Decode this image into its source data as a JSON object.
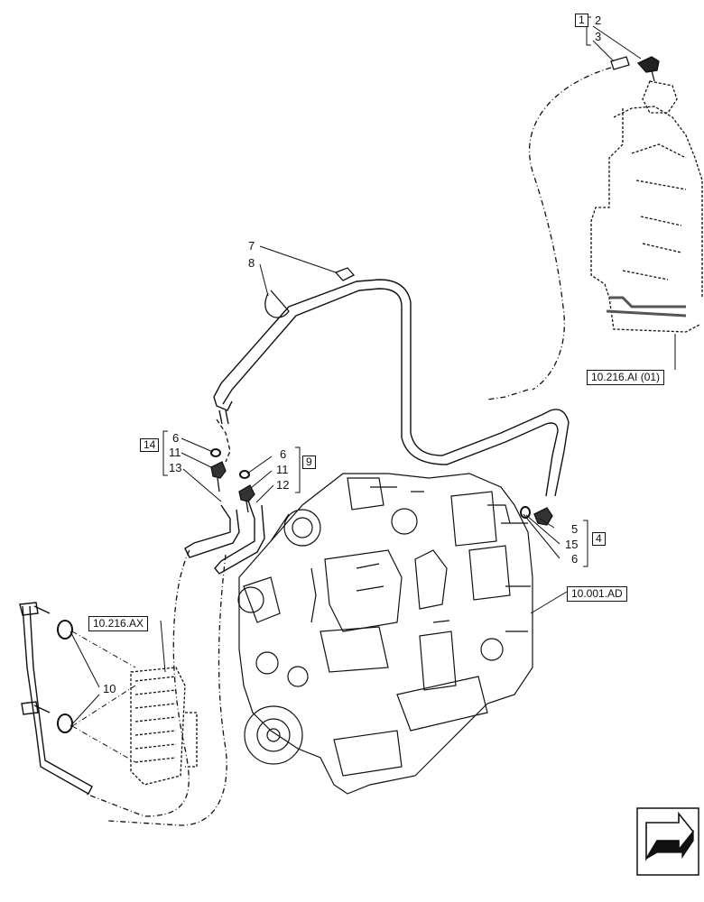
{
  "callouts": {
    "c1": "1",
    "c2": "2",
    "c3": "3",
    "c4": "4",
    "c5": "5",
    "c6a": "6",
    "c6b": "6",
    "c6c": "6",
    "c7": "7",
    "c8": "8",
    "c9": "9",
    "c10": "10",
    "c11a": "11",
    "c11b": "11",
    "c12": "12",
    "c13": "13",
    "c14": "14",
    "c15": "15"
  },
  "references": {
    "ref_ai": "10.216.AI (01)",
    "ref_ax": "10.216.AX",
    "ref_ad": "10.001.AD"
  },
  "icons": {
    "corner": "next-page-arrow-icon"
  }
}
